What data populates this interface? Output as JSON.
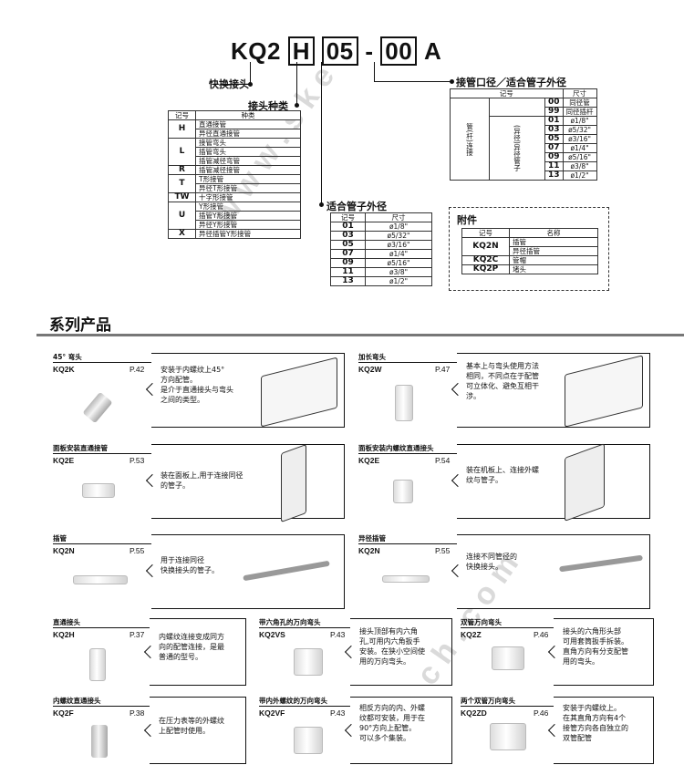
{
  "code": {
    "prefix": "KQ2",
    "type": "H",
    "size": "05",
    "dash": "-",
    "port": "00",
    "suffix": "A"
  },
  "labels": {
    "quick_joint": "快换接头",
    "joint_type": "接头种类",
    "port_size": "接管口径／适合管子外径",
    "tube_od": "适合管子外径",
    "accessories": "附件"
  },
  "type_table": {
    "headers": [
      "记号",
      "种类"
    ],
    "rows": [
      {
        "code": "H",
        "items": [
          "直通接管",
          "异径直通接管"
        ]
      },
      {
        "code": "L",
        "items": [
          "接管弯头",
          "插管弯头",
          "插管减径弯管"
        ]
      },
      {
        "code": "R",
        "items": [
          "插管减径接管"
        ]
      },
      {
        "code": "T",
        "items": [
          "T形接管",
          "异径T形接管"
        ]
      },
      {
        "code": "TW",
        "items": [
          "十字形接管"
        ]
      },
      {
        "code": "U",
        "items": [
          "Y形接管",
          "插管Y形接管",
          "异径Y形接管"
        ]
      },
      {
        "code": "X",
        "items": [
          "异径插管Y形接管"
        ]
      }
    ]
  },
  "tube_table": {
    "headers": [
      "记号",
      "尺寸"
    ],
    "rows": [
      [
        "01",
        "ø1/8\""
      ],
      [
        "03",
        "ø5/32\""
      ],
      [
        "05",
        "ø3/16\""
      ],
      [
        "07",
        "ø1/4\""
      ],
      [
        "09",
        "ø5/16\""
      ],
      [
        "11",
        "ø3/8\""
      ],
      [
        "13",
        "ø1/2\""
      ]
    ]
  },
  "port_table": {
    "headers": [
      "记号",
      "尺寸"
    ],
    "group_outer": "管(杆)连接",
    "group_inner": "(异径)异径管子",
    "rows": [
      [
        "00",
        "同径管"
      ],
      [
        "99",
        "同径插杆"
      ],
      [
        "01",
        "ø1/8\""
      ],
      [
        "03",
        "ø5/32\""
      ],
      [
        "05",
        "ø3/16\""
      ],
      [
        "07",
        "ø1/4\""
      ],
      [
        "09",
        "ø5/16\""
      ],
      [
        "11",
        "ø3/8\""
      ],
      [
        "13",
        "ø1/2\""
      ]
    ]
  },
  "acc_table": {
    "headers": [
      "记号",
      "名称"
    ],
    "rows": [
      {
        "code": "KQ2N",
        "items": [
          "插管",
          "异径插管"
        ]
      },
      {
        "code": "KQ2C",
        "items": [
          "管帽"
        ]
      },
      {
        "code": "KQ2P",
        "items": [
          "堵头"
        ]
      }
    ]
  },
  "section_title": "系列产品",
  "cards": [
    {
      "title": "45° 弯头",
      "model": "KQ2K",
      "page": "P.42",
      "desc": [
        "安装于内螺纹上45°",
        "方向配管。",
        "是介于直通接头与弯头",
        "之间的类型。"
      ]
    },
    {
      "title": "加长弯头",
      "model": "KQ2W",
      "page": "P.47",
      "desc": [
        "基本上与弯头使用方法",
        "相同，不同点在于配管",
        "可立体化、避免互相干",
        "涉。"
      ]
    },
    {
      "title": "面板安装直通接管",
      "model": "KQ2E",
      "page": "P.53",
      "desc": [
        "装在面板上,用于连接同径",
        "的管子。"
      ]
    },
    {
      "title": "面板安装内螺纹直通接头",
      "model": "KQ2E",
      "page": "P.54",
      "desc": [
        "装在机板上、连接外螺",
        "纹与管子。"
      ]
    },
    {
      "title": "插管",
      "model": "KQ2N",
      "page": "P.55",
      "desc": [
        "用于连接同径",
        "快换接头的管子。"
      ]
    },
    {
      "title": "异径插管",
      "model": "KQ2N",
      "page": "P.55",
      "desc": [
        "连接不同管径的",
        "快换接头。"
      ]
    },
    {
      "title": "直通接头",
      "model": "KQ2H",
      "page": "P.37",
      "desc": [
        "内螺纹连接变成同方",
        "向的配管连接，是最",
        "普通的型号。"
      ]
    },
    {
      "title": "带六角孔的万向弯头",
      "model": "KQ2VS",
      "page": "P.43",
      "desc": [
        "接头顶部有内六角",
        "孔,可用内六角扳手",
        "安装。在狭小空间使",
        "用的万向弯头。"
      ]
    },
    {
      "title": "双管万向弯头",
      "model": "KQ2Z",
      "page": "P.46",
      "desc": [
        "接头的六角形头部",
        "可用套筒扳手拆装。",
        "直角方向有分支配管",
        "用的弯头。"
      ]
    },
    {
      "title": "内螺纹直通接头",
      "model": "KQ2F",
      "page": "P.38",
      "desc": [
        "在压力表等的外螺纹",
        "上配管时使用。"
      ]
    },
    {
      "title": "带内外螺纹的万向弯头",
      "model": "KQ2VF",
      "page": "P.43",
      "desc": [
        "相反方向的内、外螺",
        "纹都可安装，用于在",
        "90°方向上配管。",
        "可以多个集装。"
      ]
    },
    {
      "title": "两个双管万向弯头",
      "model": "KQ2ZD",
      "page": "P.46",
      "desc": [
        "安装于内螺纹上。",
        "在其直角方向有4个",
        "接管方向各自独立的",
        "双管配管"
      ]
    }
  ]
}
